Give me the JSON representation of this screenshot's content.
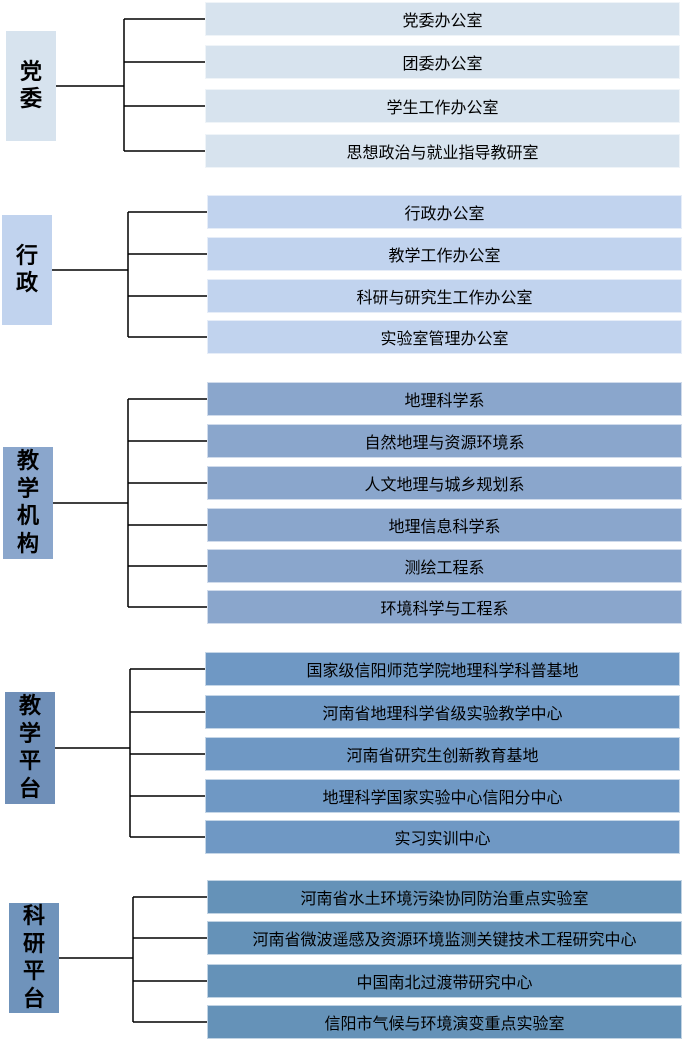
{
  "groups": [
    {
      "name": "党委",
      "color_category": "#d7e3ee",
      "color_units": "#d7e3ee",
      "units": [
        "党委办公室",
        "团委办公室",
        "学生工作办公室",
        "思想政治与就业指导教研室"
      ]
    },
    {
      "name": "行政",
      "color_category": "#c1d3ee",
      "color_units": "#c1d3ee",
      "units": [
        "行政办公室",
        "教学工作办公室",
        "科研与研究生工作办公室",
        "实验室管理办公室"
      ]
    },
    {
      "name": "教学机构",
      "color_category": "#8aa6cc",
      "color_units": "#8aa6cc",
      "units": [
        "地理科学系",
        "自然地理与资源环境系",
        "人文地理与城乡规划系",
        "地理信息科学系",
        "测绘工程系",
        "环境科学与工程系"
      ]
    },
    {
      "name": "教学平台",
      "color_category": "#6f8fb8",
      "color_units": "#6f98c4",
      "units": [
        "国家级信阳师范学院地理科学科普基地",
        "河南省地理科学省级实验教学中心",
        "河南省研究生创新教育基地",
        "地理科学国家实验中心信阳分中心",
        "实习实训中心"
      ]
    },
    {
      "name": "科研平台",
      "color_category": "#6f93bb",
      "color_units": "#6592b8",
      "units": [
        "河南省水土环境污染协同防治重点实验室",
        "河南省微波遥感及资源环境监测关键技术工程研究中心",
        "中国南北过渡带研究中心",
        "信阳市气候与环境演变重点实验室"
      ]
    }
  ]
}
